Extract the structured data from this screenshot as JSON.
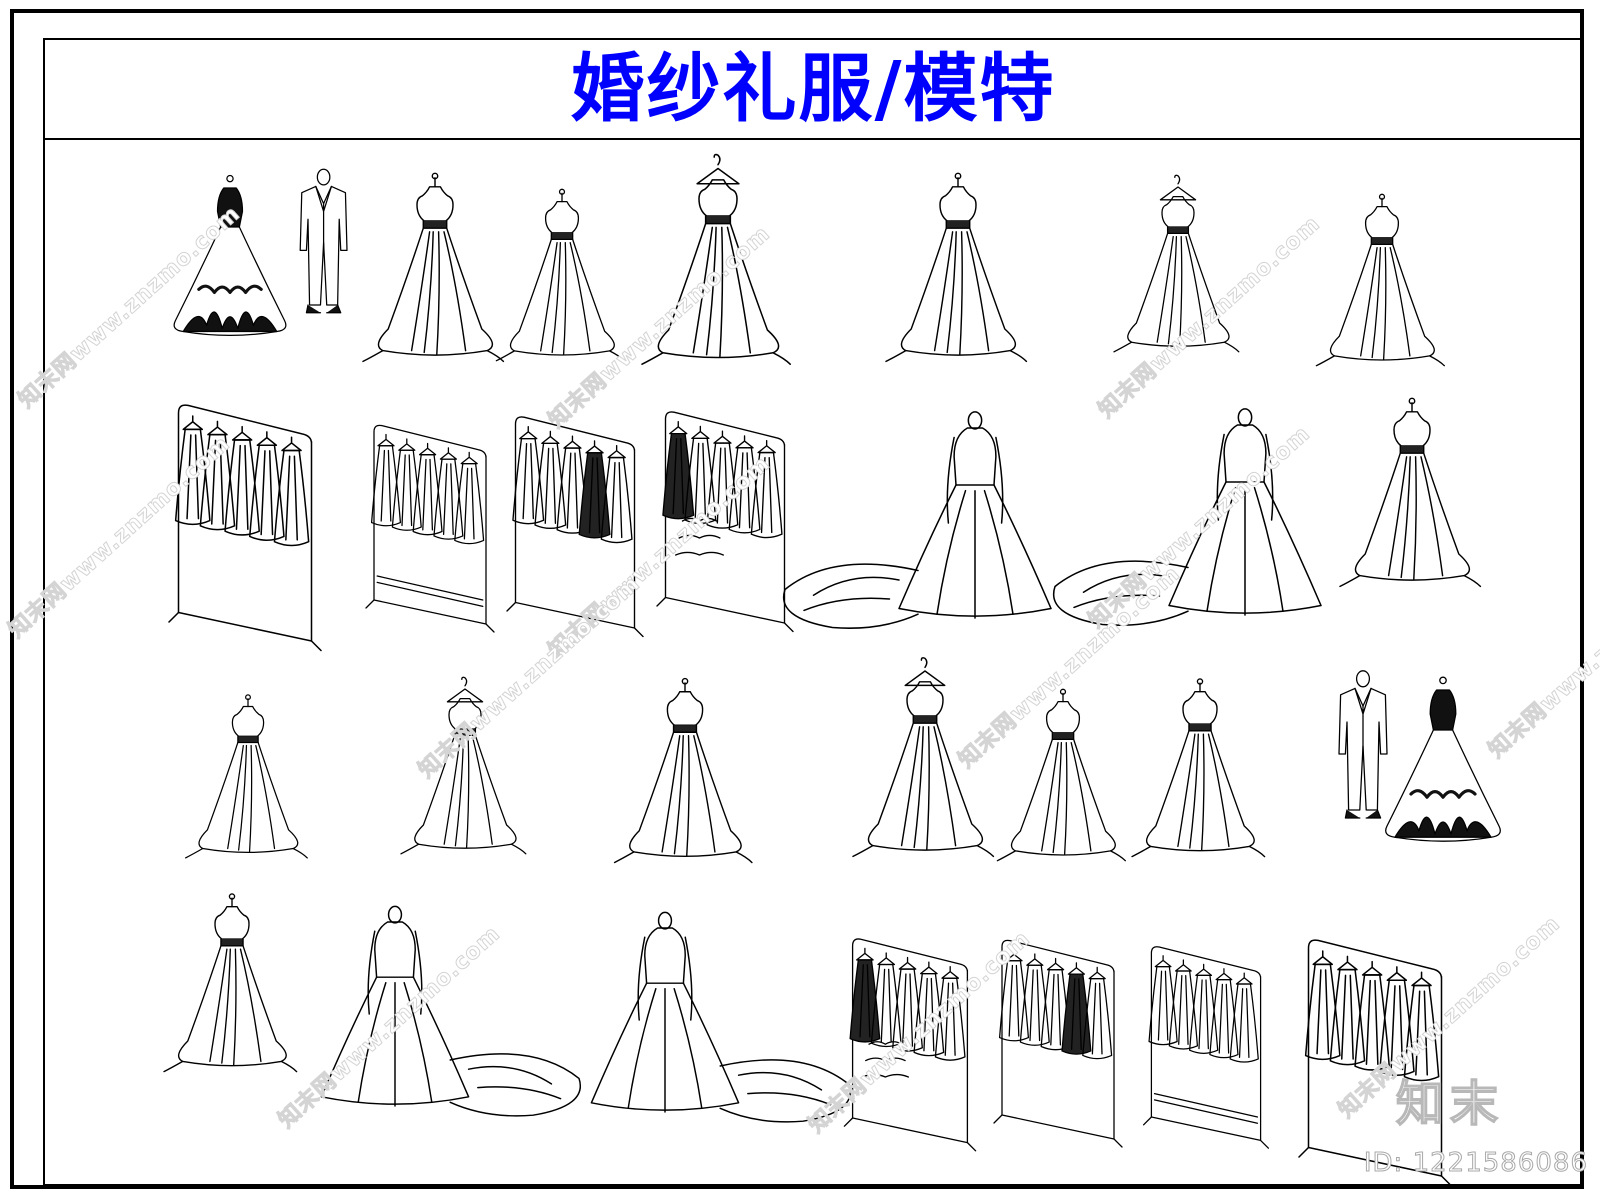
{
  "title": {
    "text": "婚纱礼服/模特",
    "color": "#0000ff"
  },
  "watermark": {
    "text": "知末网www.znzmo.com"
  },
  "brand": {
    "text": "知末"
  },
  "image_id": {
    "text": "ID: 1221586086"
  },
  "colors": {
    "line": "#000000",
    "background": "#ffffff",
    "watermark": "#d4d4d4"
  },
  "groups": [
    {
      "id": "row1",
      "items": [
        "dress-with-suit",
        "strapless-dress",
        "strapless-dress",
        "hanger-dress",
        "strapless-dress",
        "hanger-dress",
        "strapless-dress"
      ]
    },
    {
      "id": "row2",
      "items": [
        "garment-rack",
        "garment-rack",
        "garment-rack",
        "garment-rack",
        "long-train-gown",
        "long-train-gown",
        "strapless-dress"
      ]
    },
    {
      "id": "row3",
      "items": [
        "strapless-dress",
        "hanger-dress",
        "strapless-dress",
        "hanger-dress",
        "strapless-dress",
        "strapless-dress",
        "dress-with-suit"
      ]
    },
    {
      "id": "row4",
      "items": [
        "strapless-dress",
        "long-train-gown",
        "long-train-gown",
        "garment-rack",
        "garment-rack",
        "garment-rack",
        "garment-rack"
      ]
    }
  ]
}
